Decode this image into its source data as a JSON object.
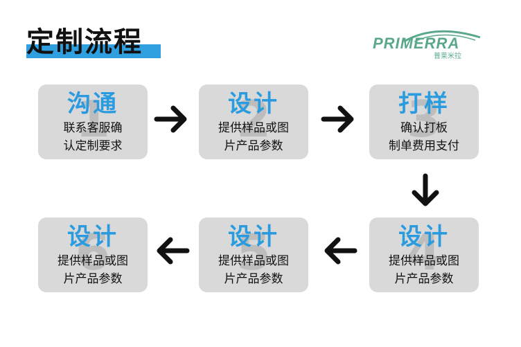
{
  "title": "定制流程",
  "logo": {
    "brand": "PRIMERRA",
    "subtitle": "普莱米拉",
    "color": "#5aa88a"
  },
  "colors": {
    "accent": "#2f9fe0",
    "box_bg": "#d9d9d9",
    "step_title": "#2b9be0"
  },
  "steps": [
    {
      "num": "1",
      "title": "沟通",
      "line1": "联系客服确",
      "line2": "认定制要求"
    },
    {
      "num": "2",
      "title": "设计",
      "line1": "提供样品或图",
      "line2": "片产品参数"
    },
    {
      "num": "3",
      "title": "打样",
      "line1": "确认打板",
      "line2": "制单费用支付"
    },
    {
      "num": "4",
      "title": "设计",
      "line1": "提供样品或图",
      "line2": "片产品参数"
    },
    {
      "num": "5",
      "title": "设计",
      "line1": "提供样品或图",
      "line2": "片产品参数"
    },
    {
      "num": "6",
      "title": "设计",
      "line1": "提供样品或图",
      "line2": "片产品参数"
    }
  ],
  "arrows": [
    "right-arrow-icon",
    "right-arrow-icon",
    "down-arrow-icon",
    "left-arrow-icon",
    "left-arrow-icon"
  ]
}
